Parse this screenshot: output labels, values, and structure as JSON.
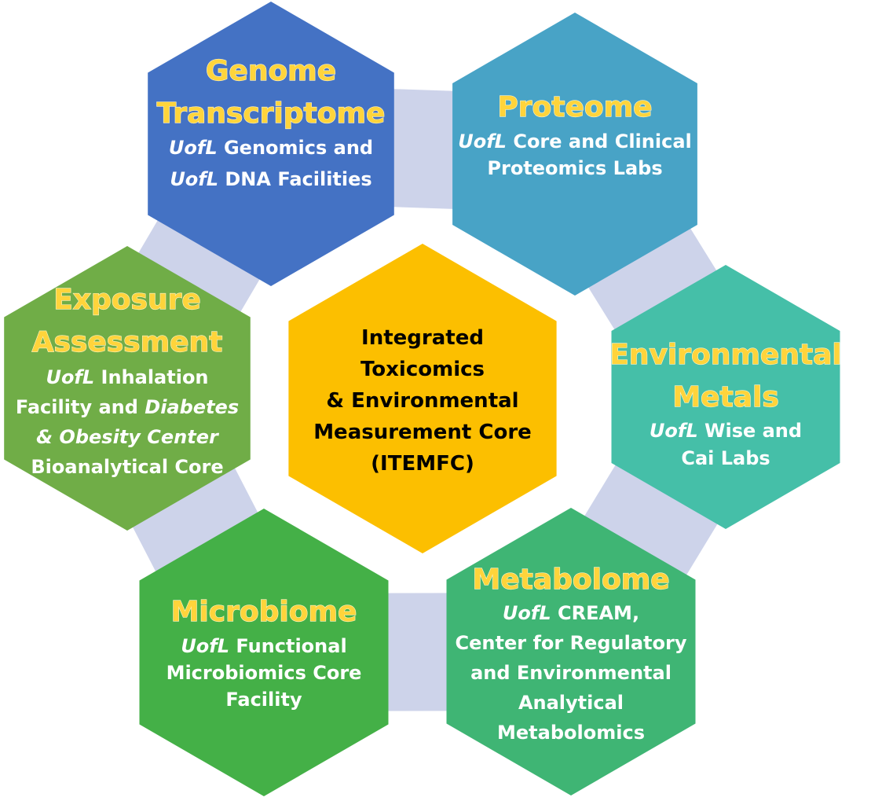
{
  "colors": {
    "connector": "#cdd3ea",
    "title": "#ffd43b",
    "body_text": "#ffffff",
    "center_text": "#000000"
  },
  "center": {
    "color": "#fcbf00",
    "lines": [
      "Integrated",
      "Toxicomics",
      "& Environmental",
      "Measurement Core",
      "(ITEMFC)"
    ]
  },
  "nodes": [
    {
      "id": "genome",
      "color": "#4472c4",
      "title_lines": [
        "Genome",
        "Transcriptome"
      ],
      "body_lines": [
        [
          {
            "text": "UofL",
            "italic": true
          },
          {
            "text": " Genomics and",
            "italic": false
          }
        ],
        [
          {
            "text": "UofL",
            "italic": true
          },
          {
            "text": " DNA Facilities",
            "italic": false
          }
        ]
      ]
    },
    {
      "id": "proteome",
      "color": "#48a3c6",
      "title_lines": [
        "Proteome"
      ],
      "body_lines": [
        [
          {
            "text": "UofL",
            "italic": true
          },
          {
            "text": " Core and Clinical",
            "italic": false
          }
        ],
        [
          {
            "text": "Proteomics Labs",
            "italic": false
          }
        ]
      ]
    },
    {
      "id": "metals",
      "color": "#45bfa8",
      "title_lines": [
        "Environmental",
        "Metals"
      ],
      "body_lines": [
        [
          {
            "text": "UofL",
            "italic": true
          },
          {
            "text": " Wise and",
            "italic": false
          }
        ],
        [
          {
            "text": "Cai Labs",
            "italic": false
          }
        ]
      ]
    },
    {
      "id": "metabolome",
      "color": "#3fb574",
      "title_lines": [
        "Metabolome"
      ],
      "body_lines": [
        [
          {
            "text": "UofL",
            "italic": true
          },
          {
            "text": " CREAM,",
            "italic": false
          }
        ],
        [
          {
            "text": "Center for Regulatory",
            "italic": false
          }
        ],
        [
          {
            "text": "and Environmental",
            "italic": false
          }
        ],
        [
          {
            "text": "Analytical",
            "italic": false
          }
        ],
        [
          {
            "text": "Metabolomics",
            "italic": false
          }
        ]
      ]
    },
    {
      "id": "microbiome",
      "color": "#44b047",
      "title_lines": [
        "Microbiome"
      ],
      "body_lines": [
        [
          {
            "text": "UofL",
            "italic": true
          },
          {
            "text": " Functional",
            "italic": false
          }
        ],
        [
          {
            "text": "Microbiomics Core",
            "italic": false
          }
        ],
        [
          {
            "text": "Facility",
            "italic": false
          }
        ]
      ]
    },
    {
      "id": "exposure",
      "color": "#70ad47",
      "title_lines": [
        "Exposure",
        "Assessment"
      ],
      "body_lines": [
        [
          {
            "text": "UofL",
            "italic": true
          },
          {
            "text": " Inhalation",
            "italic": false
          }
        ],
        [
          {
            "text": "Facility and ",
            "italic": false
          },
          {
            "text": "Diabetes",
            "italic": true
          }
        ],
        [
          {
            "text": "& Obesity Center",
            "italic": true
          }
        ],
        [
          {
            "text": "Bioanalytical Core",
            "italic": false
          }
        ]
      ]
    }
  ]
}
